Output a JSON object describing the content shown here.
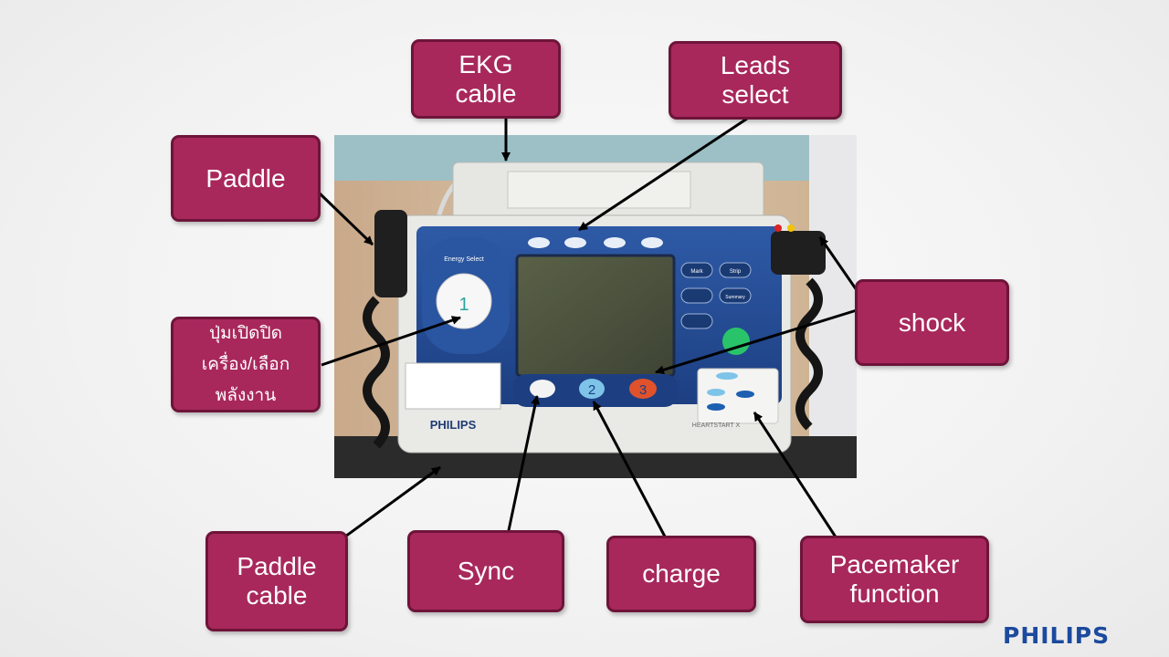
{
  "labels": {
    "ekg_cable": "EKG\ncable",
    "leads_select": "Leads\nselect",
    "paddle": "Paddle",
    "power_energy": "ปุ่มเปิดปิด\nเครื่อง/เลือก\nพลังงาน",
    "shock": "shock",
    "paddle_cable": "Paddle\ncable",
    "sync": "Sync",
    "charge": "charge",
    "pacemaker": "Pacemaker\nfunction"
  },
  "device": {
    "brand": "PHILIPS",
    "model": "HEARTSTART X",
    "dial_setting": "1",
    "energy_title": "Energy Select",
    "button_2": "2",
    "button_3": "3",
    "side_buttons": [
      "Mark",
      "Strip",
      "Summary"
    ]
  },
  "logo": "PHILIPS",
  "colors": {
    "label_fill": "#a8285c",
    "label_border": "#6e1439",
    "logo_blue": "#1b4a9e"
  }
}
